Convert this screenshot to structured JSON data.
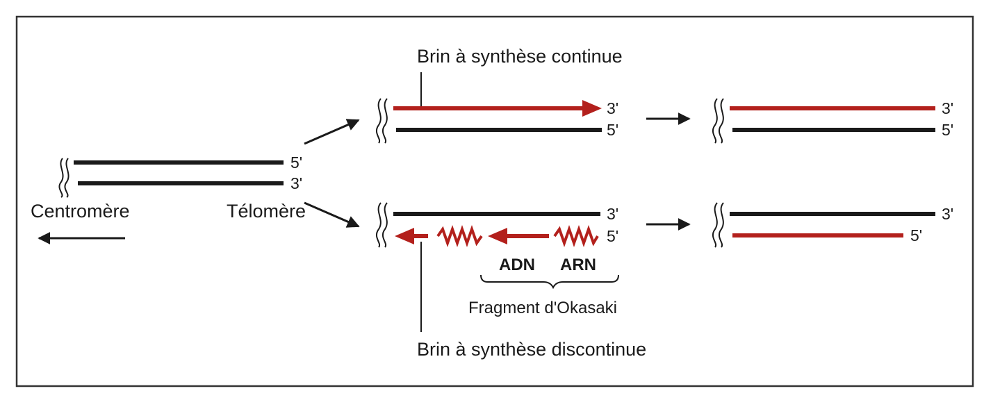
{
  "colors": {
    "dna": "#1a1a1a",
    "new_strand": "#b3201c",
    "frame": "#333333",
    "background": "#ffffff"
  },
  "labels": {
    "centromere": "Centromère",
    "telomere": "Télomère",
    "leading_strand": "Brin à synthèse continue",
    "lagging_strand": "Brin à synthèse discontinue",
    "okazaki_fragment": "Fragment d'Okasaki",
    "dna": "ADN",
    "rna": "ARN",
    "five_prime": "5'",
    "three_prime": "3'"
  }
}
